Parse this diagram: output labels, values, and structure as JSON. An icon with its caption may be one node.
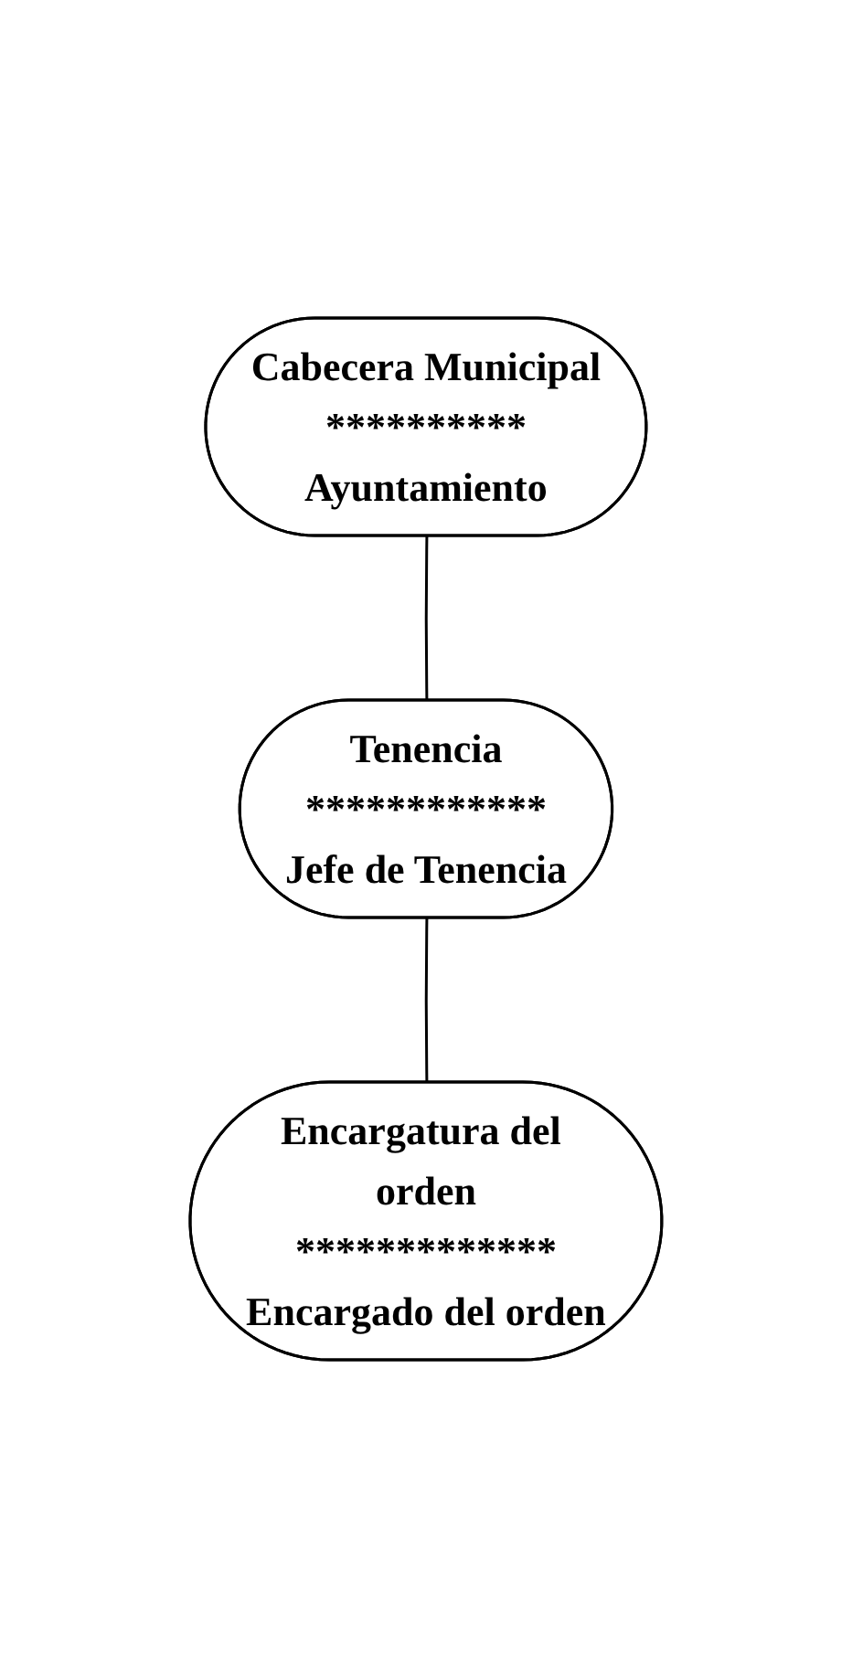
{
  "diagram": {
    "nodes": [
      {
        "text": [
          "Cabecera Municipal",
          "**********",
          "Ayuntamiento"
        ]
      },
      {
        "text": [
          "Tenencia",
          "************",
          "Jefe de Tenencia"
        ]
      },
      {
        "text": [
          "Encargatura del orden",
          "*************",
          "Encargado del orden"
        ]
      }
    ],
    "edges": [
      {
        "from": 0,
        "to": 1,
        "arrow": "none"
      },
      {
        "from": 1,
        "to": 2,
        "arrow": "none"
      }
    ]
  }
}
